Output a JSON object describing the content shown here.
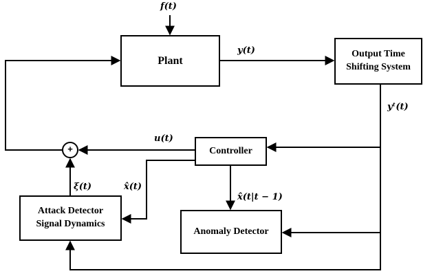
{
  "blocks": {
    "plant": "Plant",
    "output_shift": "Output Time\nShifting System",
    "controller": "Controller",
    "anomaly_detector": "Anomaly Detector",
    "attack_detector": "Attack Detector\nSignal Dynamics"
  },
  "signals": {
    "disturbance": "f(t)",
    "plant_output": "y(t)",
    "shifted_output": "yᵗ(t)",
    "control_input": "u(t)",
    "state_estimate": "x̂(t)",
    "prediction": "x̂(t|t − 1)",
    "attack_signal": "ξ(t)"
  },
  "summing_junction": "+"
}
